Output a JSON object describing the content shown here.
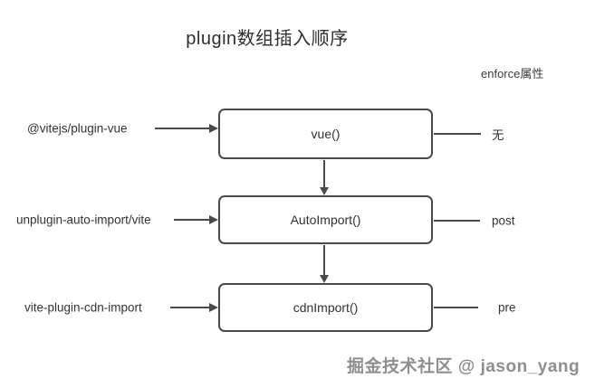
{
  "title": "plugin数组插入顺序",
  "column_header": "enforce属性",
  "rows": [
    {
      "source": "@vitejs/plugin-vue",
      "plugin_call": "vue()",
      "enforce": "无"
    },
    {
      "source": "unplugin-auto-import/vite",
      "plugin_call": "AutoImport()",
      "enforce": "post"
    },
    {
      "source": "vite-plugin-cdn-import",
      "plugin_call": "cdnImport()",
      "enforce": "pre"
    }
  ],
  "watermark": "掘金技术社区 @ jason_yang",
  "colors": {
    "line": "#4a4a4a",
    "text": "#333333",
    "watermark": "#8f8f8f",
    "bg": "#ffffff"
  }
}
